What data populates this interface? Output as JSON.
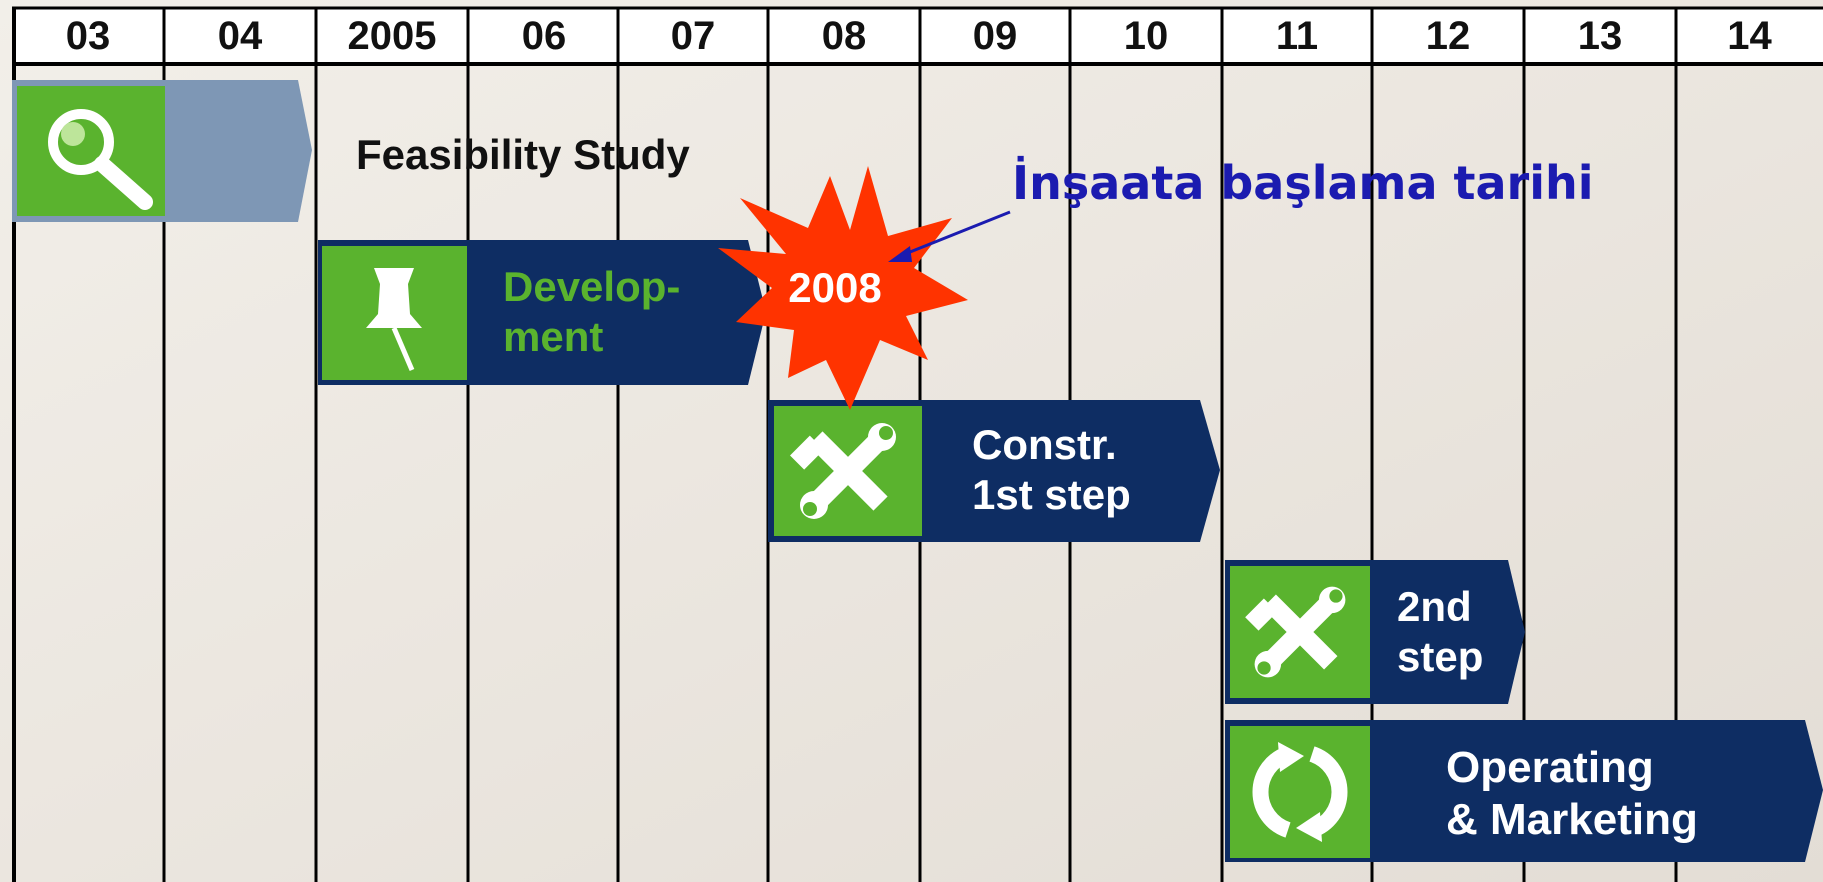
{
  "years": [
    "03",
    "04",
    "2005",
    "06",
    "07",
    "08",
    "09",
    "10",
    "11",
    "12",
    "13",
    "14"
  ],
  "phases": [
    {
      "id": "feasibility",
      "label": "Feasibility Study",
      "icon": "magnifier-icon",
      "label_color": "#111111",
      "bar_color": "#7e97b5"
    },
    {
      "id": "development",
      "label_line1": "Develop-",
      "label_line2": "ment",
      "icon": "pushpin-icon",
      "label_color": "#5ab32e",
      "bar_color": "#0e2d63"
    },
    {
      "id": "construction-1",
      "label_line1": "Constr.",
      "label_line2": "1st step",
      "icon": "tools-icon",
      "label_color": "#ffffff",
      "bar_color": "#0e2d63"
    },
    {
      "id": "construction-2",
      "label_line1": "2nd",
      "label_line2": "step",
      "icon": "tools-icon",
      "label_color": "#ffffff",
      "bar_color": "#0e2d63"
    },
    {
      "id": "operating",
      "label_line1": "Operating",
      "label_line2": "& Marketing",
      "icon": "refresh-cycle-icon",
      "label_color": "#ffffff",
      "bar_color": "#0e2d63"
    }
  ],
  "milestone": {
    "label": "2008",
    "burst_color": "#ff3300"
  },
  "callout": {
    "text": "İnşaata başlama tarihi",
    "color": "#1b1bb0"
  },
  "colors": {
    "icon_green": "#5ab32e",
    "grid_line": "#000000",
    "background": "#ece7e0"
  }
}
